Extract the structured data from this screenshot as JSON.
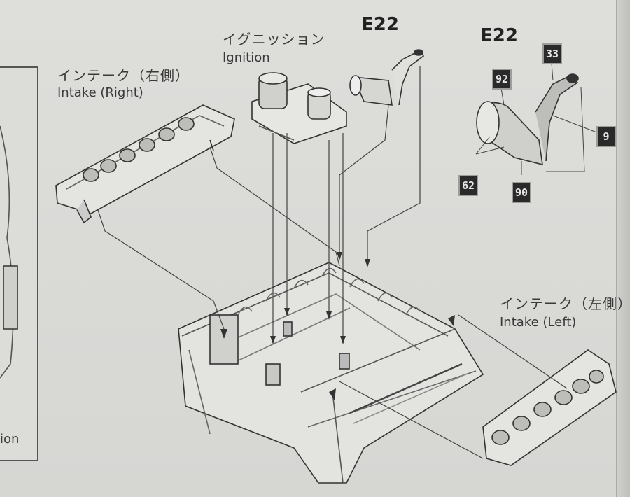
{
  "labels": {
    "intake_right_jp": "インテーク（右側）",
    "intake_right_en": "Intake (Right)",
    "ignition_jp": "イグニッション",
    "ignition_en": "Ignition",
    "intake_left_jp": "インテーク（左側）",
    "intake_left_en": "Intake (Left)",
    "left_cut_text": "ion"
  },
  "part_codes": {
    "e22_main": "E22",
    "e22_detail": "E22"
  },
  "part_numbers": {
    "n33": "33",
    "n92": "92",
    "n9": "9",
    "n62": "62",
    "n90": "90"
  },
  "colors": {
    "paper": "#d9d9d6",
    "ink": "#3a3a3a",
    "badge": "#2a2a2a"
  }
}
